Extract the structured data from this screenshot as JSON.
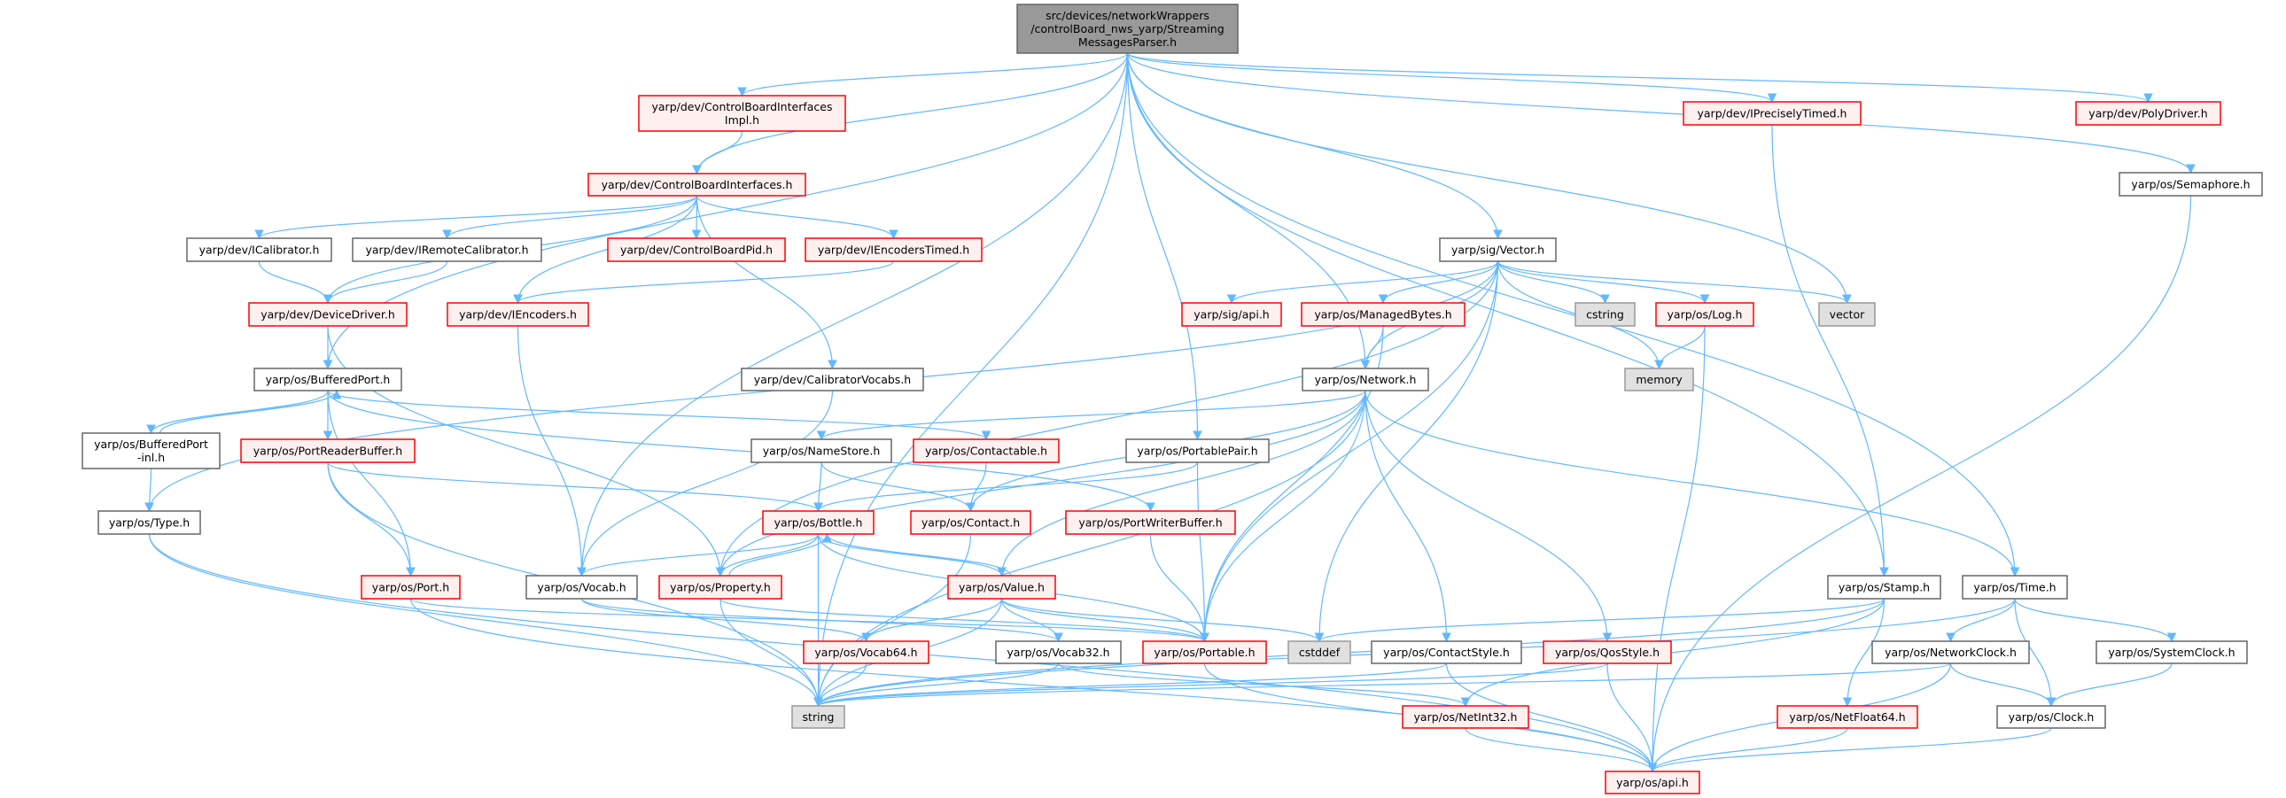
{
  "graph": {
    "title": "Include dependency graph",
    "colors": {
      "edge": "#63b8ff",
      "red_border": "#ff0000",
      "red_fill": "#fff0f0",
      "plain_border": "#666666",
      "plain_fill": "#ffffff",
      "root_fill": "#999999",
      "system_fill": "#e0e0e0",
      "system_border": "#999999"
    },
    "nodes": [
      {
        "id": "main",
        "style": "root",
        "lines": [
          "src/devices/networkWrappers",
          "/controlBoard_nws_yarp/Streaming",
          "MessagesParser.h"
        ]
      },
      {
        "id": "cbiimpl",
        "style": "red",
        "lines": [
          "yarp/dev/ControlBoardInterfaces",
          "Impl.h"
        ]
      },
      {
        "id": "cbi",
        "style": "red",
        "lines": [
          "yarp/dev/ControlBoardInterfaces.h"
        ]
      },
      {
        "id": "icalib",
        "style": "plain",
        "lines": [
          "yarp/dev/ICalibrator.h"
        ]
      },
      {
        "id": "iremcalib",
        "style": "plain",
        "lines": [
          "yarp/dev/IRemoteCalibrator.h"
        ]
      },
      {
        "id": "cbpid",
        "style": "red",
        "lines": [
          "yarp/dev/ControlBoardPid.h"
        ]
      },
      {
        "id": "ienctimed",
        "style": "red",
        "lines": [
          "yarp/dev/IEncodersTimed.h"
        ]
      },
      {
        "id": "devdriver",
        "style": "red",
        "lines": [
          "yarp/dev/DeviceDriver.h"
        ]
      },
      {
        "id": "iencoders",
        "style": "red",
        "lines": [
          "yarp/dev/IEncoders.h"
        ]
      },
      {
        "id": "bufport",
        "style": "plain",
        "lines": [
          "yarp/os/BufferedPort.h"
        ]
      },
      {
        "id": "calibvocabs",
        "style": "plain",
        "lines": [
          "yarp/dev/CalibratorVocabs.h"
        ]
      },
      {
        "id": "iprectimed",
        "style": "red",
        "lines": [
          "yarp/dev/IPreciselyTimed.h"
        ]
      },
      {
        "id": "polydriver",
        "style": "red",
        "lines": [
          "yarp/dev/PolyDriver.h"
        ]
      },
      {
        "id": "semaphore",
        "style": "plain",
        "lines": [
          "yarp/os/Semaphore.h"
        ]
      },
      {
        "id": "vector_h",
        "style": "plain",
        "lines": [
          "yarp/sig/Vector.h"
        ]
      },
      {
        "id": "sigapi",
        "style": "red",
        "lines": [
          "yarp/sig/api.h"
        ]
      },
      {
        "id": "managedbytes",
        "style": "red",
        "lines": [
          "yarp/os/ManagedBytes.h"
        ]
      },
      {
        "id": "cstring",
        "style": "system",
        "lines": [
          "cstring"
        ]
      },
      {
        "id": "log",
        "style": "red",
        "lines": [
          "yarp/os/Log.h"
        ]
      },
      {
        "id": "vector",
        "style": "system",
        "lines": [
          "vector"
        ]
      },
      {
        "id": "network",
        "style": "plain",
        "lines": [
          "yarp/os/Network.h"
        ]
      },
      {
        "id": "memory",
        "style": "system",
        "lines": [
          "memory"
        ]
      },
      {
        "id": "bufportinl",
        "style": "plain",
        "lines": [
          "yarp/os/BufferedPort",
          "-inl.h"
        ]
      },
      {
        "id": "portreaderbuf",
        "style": "red",
        "lines": [
          "yarp/os/PortReaderBuffer.h"
        ]
      },
      {
        "id": "namestore",
        "style": "plain",
        "lines": [
          "yarp/os/NameStore.h"
        ]
      },
      {
        "id": "contactable",
        "style": "red",
        "lines": [
          "yarp/os/Contactable.h"
        ]
      },
      {
        "id": "portablepair",
        "style": "plain",
        "lines": [
          "yarp/os/PortablePair.h"
        ]
      },
      {
        "id": "type",
        "style": "plain",
        "lines": [
          "yarp/os/Type.h"
        ]
      },
      {
        "id": "bottle",
        "style": "red",
        "lines": [
          "yarp/os/Bottle.h"
        ]
      },
      {
        "id": "contact",
        "style": "red",
        "lines": [
          "yarp/os/Contact.h"
        ]
      },
      {
        "id": "portwriterbuf",
        "style": "red",
        "lines": [
          "yarp/os/PortWriterBuffer.h"
        ]
      },
      {
        "id": "port",
        "style": "red",
        "lines": [
          "yarp/os/Port.h"
        ]
      },
      {
        "id": "vocab",
        "style": "plain",
        "lines": [
          "yarp/os/Vocab.h"
        ]
      },
      {
        "id": "property",
        "style": "red",
        "lines": [
          "yarp/os/Property.h"
        ]
      },
      {
        "id": "value",
        "style": "red",
        "lines": [
          "yarp/os/Value.h"
        ]
      },
      {
        "id": "vocab64",
        "style": "red",
        "lines": [
          "yarp/os/Vocab64.h"
        ]
      },
      {
        "id": "vocab32",
        "style": "plain",
        "lines": [
          "yarp/os/Vocab32.h"
        ]
      },
      {
        "id": "string",
        "style": "system",
        "lines": [
          "string"
        ]
      },
      {
        "id": "stamp",
        "style": "plain",
        "lines": [
          "yarp/os/Stamp.h"
        ]
      },
      {
        "id": "time",
        "style": "plain",
        "lines": [
          "yarp/os/Time.h"
        ]
      },
      {
        "id": "portable",
        "style": "red",
        "lines": [
          "yarp/os/Portable.h"
        ]
      },
      {
        "id": "cstddef",
        "style": "system",
        "lines": [
          "cstddef"
        ]
      },
      {
        "id": "contactstyle",
        "style": "plain",
        "lines": [
          "yarp/os/ContactStyle.h"
        ]
      },
      {
        "id": "qosstyle",
        "style": "red",
        "lines": [
          "yarp/os/QosStyle.h"
        ]
      },
      {
        "id": "networkclock",
        "style": "plain",
        "lines": [
          "yarp/os/NetworkClock.h"
        ]
      },
      {
        "id": "systemclock",
        "style": "plain",
        "lines": [
          "yarp/os/SystemClock.h"
        ]
      },
      {
        "id": "netint32",
        "style": "red",
        "lines": [
          "yarp/os/NetInt32.h"
        ]
      },
      {
        "id": "netfloat64",
        "style": "red",
        "lines": [
          "yarp/os/NetFloat64.h"
        ]
      },
      {
        "id": "clock",
        "style": "plain",
        "lines": [
          "yarp/os/Clock.h"
        ]
      },
      {
        "id": "api",
        "style": "red",
        "lines": [
          "yarp/os/api.h"
        ]
      }
    ],
    "edges": [
      [
        "main",
        "cbiimpl"
      ],
      [
        "main",
        "cbi"
      ],
      [
        "main",
        "bufport"
      ],
      [
        "main",
        "string"
      ],
      [
        "main",
        "vocab"
      ],
      [
        "main",
        "vector_h"
      ],
      [
        "main",
        "network"
      ],
      [
        "main",
        "portablepair"
      ],
      [
        "main",
        "vector"
      ],
      [
        "main",
        "iprectimed"
      ],
      [
        "main",
        "polydriver"
      ],
      [
        "main",
        "semaphore"
      ],
      [
        "main",
        "stamp"
      ],
      [
        "main",
        "time"
      ],
      [
        "cbiimpl",
        "cbi"
      ],
      [
        "cbi",
        "devdriver"
      ],
      [
        "cbi",
        "icalib"
      ],
      [
        "cbi",
        "iremcalib"
      ],
      [
        "cbi",
        "iencoders"
      ],
      [
        "cbi",
        "cbpid"
      ],
      [
        "cbi",
        "ienctimed"
      ],
      [
        "cbi",
        "calibvocabs"
      ],
      [
        "icalib",
        "devdriver"
      ],
      [
        "iremcalib",
        "devdriver"
      ],
      [
        "ienctimed",
        "iencoders"
      ],
      [
        "iencoders",
        "vocab"
      ],
      [
        "devdriver",
        "bufport"
      ],
      [
        "devdriver",
        "property"
      ],
      [
        "calibvocabs",
        "vocab"
      ],
      [
        "iprectimed",
        "stamp"
      ],
      [
        "semaphore",
        "api"
      ],
      [
        "vector_h",
        "type"
      ],
      [
        "vector_h",
        "sigapi"
      ],
      [
        "vector_h",
        "managedbytes"
      ],
      [
        "vector_h",
        "cstring"
      ],
      [
        "vector_h",
        "log"
      ],
      [
        "vector_h",
        "vector"
      ],
      [
        "vector_h",
        "memory"
      ],
      [
        "vector_h",
        "network"
      ],
      [
        "vector_h",
        "portable"
      ],
      [
        "vector_h",
        "cstddef"
      ],
      [
        "vector_h",
        "property"
      ],
      [
        "managedbytes",
        "network"
      ],
      [
        "managedbytes",
        "portable"
      ],
      [
        "log",
        "memory"
      ],
      [
        "log",
        "api"
      ],
      [
        "network",
        "string"
      ],
      [
        "network",
        "property"
      ],
      [
        "network",
        "namestore"
      ],
      [
        "network",
        "contact"
      ],
      [
        "network",
        "value"
      ],
      [
        "network",
        "portable"
      ],
      [
        "network",
        "contactstyle"
      ],
      [
        "network",
        "qosstyle"
      ],
      [
        "network",
        "time"
      ],
      [
        "bufport",
        "bufportinl"
      ],
      [
        "bufport",
        "portreaderbuf"
      ],
      [
        "bufport",
        "port"
      ],
      [
        "bufport",
        "contactable"
      ],
      [
        "bufport",
        "portwriterbuf"
      ],
      [
        "bufportinl",
        "bufport"
      ],
      [
        "bufportinl",
        "type"
      ],
      [
        "portreaderbuf",
        "bottle"
      ],
      [
        "portreaderbuf",
        "port"
      ],
      [
        "portreaderbuf",
        "string"
      ],
      [
        "namestore",
        "bottle"
      ],
      [
        "namestore",
        "contact"
      ],
      [
        "contactable",
        "contact"
      ],
      [
        "portablepair",
        "bottle"
      ],
      [
        "portablepair",
        "portable"
      ],
      [
        "portwriterbuf",
        "portable"
      ],
      [
        "type",
        "string"
      ],
      [
        "type",
        "api"
      ],
      [
        "bottle",
        "vocab"
      ],
      [
        "bottle",
        "property"
      ],
      [
        "bottle",
        "value"
      ],
      [
        "bottle",
        "string"
      ],
      [
        "bottle",
        "portable"
      ],
      [
        "property",
        "bottle"
      ],
      [
        "property",
        "string"
      ],
      [
        "property",
        "portable"
      ],
      [
        "value",
        "bottle"
      ],
      [
        "value",
        "vocab64"
      ],
      [
        "value",
        "vocab32"
      ],
      [
        "value",
        "string"
      ],
      [
        "value",
        "portable"
      ],
      [
        "value",
        "cstddef"
      ],
      [
        "contact",
        "string"
      ],
      [
        "port",
        "portable"
      ],
      [
        "port",
        "api"
      ],
      [
        "vocab",
        "vocab64"
      ],
      [
        "vocab",
        "vocab32"
      ],
      [
        "vocab64",
        "string"
      ],
      [
        "vocab32",
        "string"
      ],
      [
        "vocab32",
        "netint32"
      ],
      [
        "portable",
        "api"
      ],
      [
        "contactstyle",
        "string"
      ],
      [
        "contactstyle",
        "api"
      ],
      [
        "qosstyle",
        "string"
      ],
      [
        "qosstyle",
        "api"
      ],
      [
        "stamp",
        "cstddef"
      ],
      [
        "stamp",
        "netint32"
      ],
      [
        "stamp",
        "netfloat64"
      ],
      [
        "stamp",
        "string"
      ],
      [
        "time",
        "string"
      ],
      [
        "time",
        "networkclock"
      ],
      [
        "time",
        "systemclock"
      ],
      [
        "time",
        "clock"
      ],
      [
        "networkclock",
        "string"
      ],
      [
        "networkclock",
        "clock"
      ],
      [
        "networkclock",
        "api"
      ],
      [
        "systemclock",
        "clock"
      ],
      [
        "clock",
        "api"
      ],
      [
        "netint32",
        "api"
      ],
      [
        "netfloat64",
        "api"
      ]
    ]
  }
}
